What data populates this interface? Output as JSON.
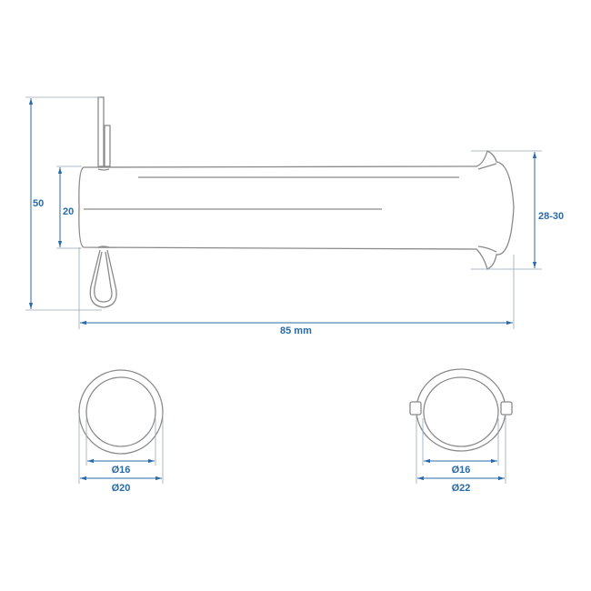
{
  "labels": {
    "overall_height": "50",
    "tube_diameter": "20",
    "flare_diameter": "28-30",
    "length": "85 mm",
    "left_inner": "Ø16",
    "left_outer": "Ø20",
    "right_inner": "Ø16",
    "right_outer": "Ø22"
  },
  "colors": {
    "dimension": "#2a6aa8",
    "part_outline": "#8a8a8a"
  }
}
